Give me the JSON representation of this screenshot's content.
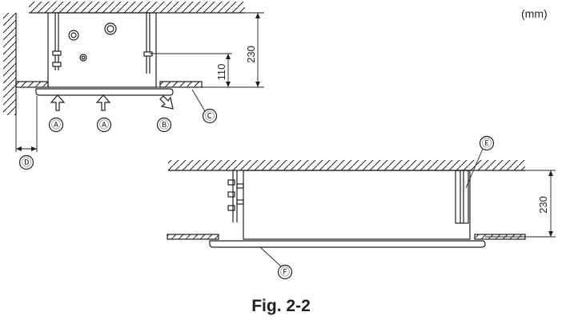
{
  "figure": {
    "units": "(mm)",
    "caption": "Fig. 2-2",
    "top_view": {
      "dimension_total": "230",
      "dimension_inner": "110",
      "markers": [
        "Ⓐ",
        "Ⓐ",
        "Ⓑ",
        "Ⓒ",
        "Ⓓ"
      ]
    },
    "bottom_view": {
      "dimension_total": "230",
      "markers": [
        "Ⓔ",
        "Ⓕ"
      ]
    }
  },
  "colors": {
    "line": "#231f20",
    "background": "#ffffff"
  }
}
